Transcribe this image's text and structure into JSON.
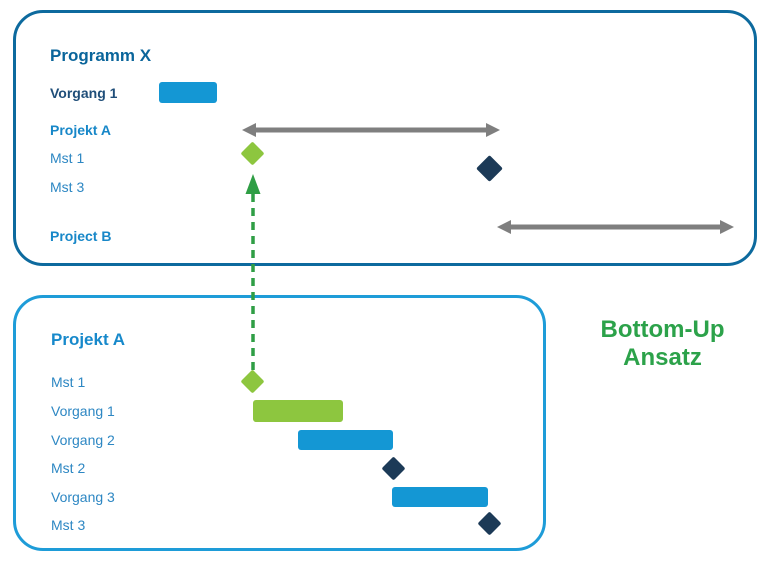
{
  "program_panel": {
    "title": "Programm X",
    "rows": [
      {
        "label": "Vorgang 1",
        "item": "task-bar",
        "bar_color": "#1497D4"
      },
      {
        "label": "Projekt A",
        "item": "summary-double-arrow",
        "arrow_color": "#7F7F7F"
      },
      {
        "label": "Mst 1",
        "item": "milestone",
        "milestone_color": "#8DC63F"
      },
      {
        "label": "Mst 3",
        "item": "milestone",
        "milestone_color": "#1C3A57"
      },
      {
        "label": "Project B",
        "item": "summary-double-arrow",
        "arrow_color": "#7F7F7F"
      }
    ]
  },
  "project_panel": {
    "title": "Projekt A",
    "rows": [
      {
        "label": "Mst 1",
        "item": "milestone",
        "milestone_color": "#8DC63F"
      },
      {
        "label": "Vorgang 1",
        "item": "task-bar",
        "bar_color": "#8DC63F"
      },
      {
        "label": "Vorgang 2",
        "item": "task-bar",
        "bar_color": "#1497D4"
      },
      {
        "label": "Mst 2",
        "item": "milestone",
        "milestone_color": "#1C3A57"
      },
      {
        "label": "Vorgang 3",
        "item": "task-bar",
        "bar_color": "#1497D4"
      },
      {
        "label": "Mst 3",
        "item": "milestone",
        "milestone_color": "#1C3A57"
      }
    ]
  },
  "dependency_link": {
    "from": "Projekt A / Mst 1",
    "to": "Programm X / Mst 1",
    "style": "dashed",
    "color": "#2F9E45"
  },
  "annotation": {
    "line1": "Bottom-Up",
    "line2": "Ansatz",
    "color": "#2CA24A"
  },
  "colors": {
    "program_panel_border": "#0D6A9E",
    "project_panel_border": "#1E9CD8",
    "task_blue": "#1497D4",
    "milestone_green": "#8DC63F",
    "milestone_navy": "#1C3A57",
    "summary_gray": "#7F7F7F",
    "link_green": "#2F9E45"
  }
}
